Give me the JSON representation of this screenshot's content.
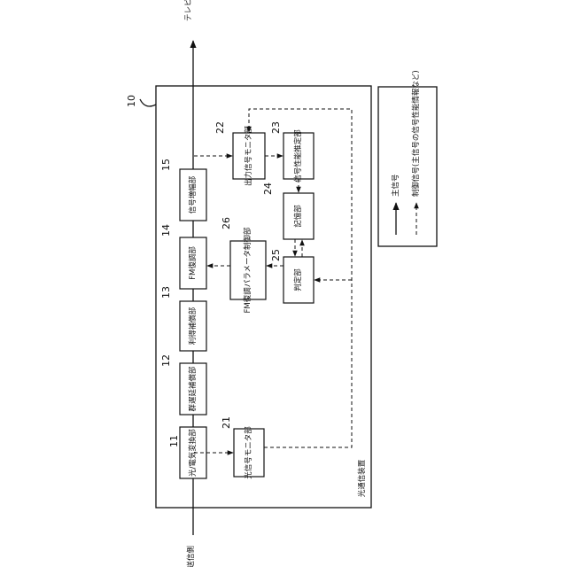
{
  "top_output_label": "テレビなどの映像装置",
  "bottom_input_label": "送信側",
  "device": {
    "number": "10",
    "label": "光通信装置"
  },
  "blocks": {
    "b11": {
      "number": "11",
      "label": "光/電気変換部"
    },
    "b12": {
      "number": "12",
      "label": "群遅延補償部"
    },
    "b13": {
      "number": "13",
      "label": "利得補償部"
    },
    "b14": {
      "number": "14",
      "label": "FM復調部"
    },
    "b15": {
      "number": "15",
      "label": "信号増幅部"
    },
    "b21": {
      "number": "21",
      "label": "光信号モニタ部"
    },
    "b22": {
      "number": "22",
      "label": "出力信号モニタ部"
    },
    "b23": {
      "number": "23",
      "label": "信号性能推定部"
    },
    "b24": {
      "number": "24",
      "label": "記憶部"
    },
    "b25": {
      "number": "25",
      "label": "判定部"
    },
    "b26": {
      "number": "26",
      "label": "FM復調パラメータ制御部"
    }
  },
  "legend": {
    "main_signal": "主信号",
    "control_signal": "制御信号(主信号の信号性能情報など)"
  }
}
